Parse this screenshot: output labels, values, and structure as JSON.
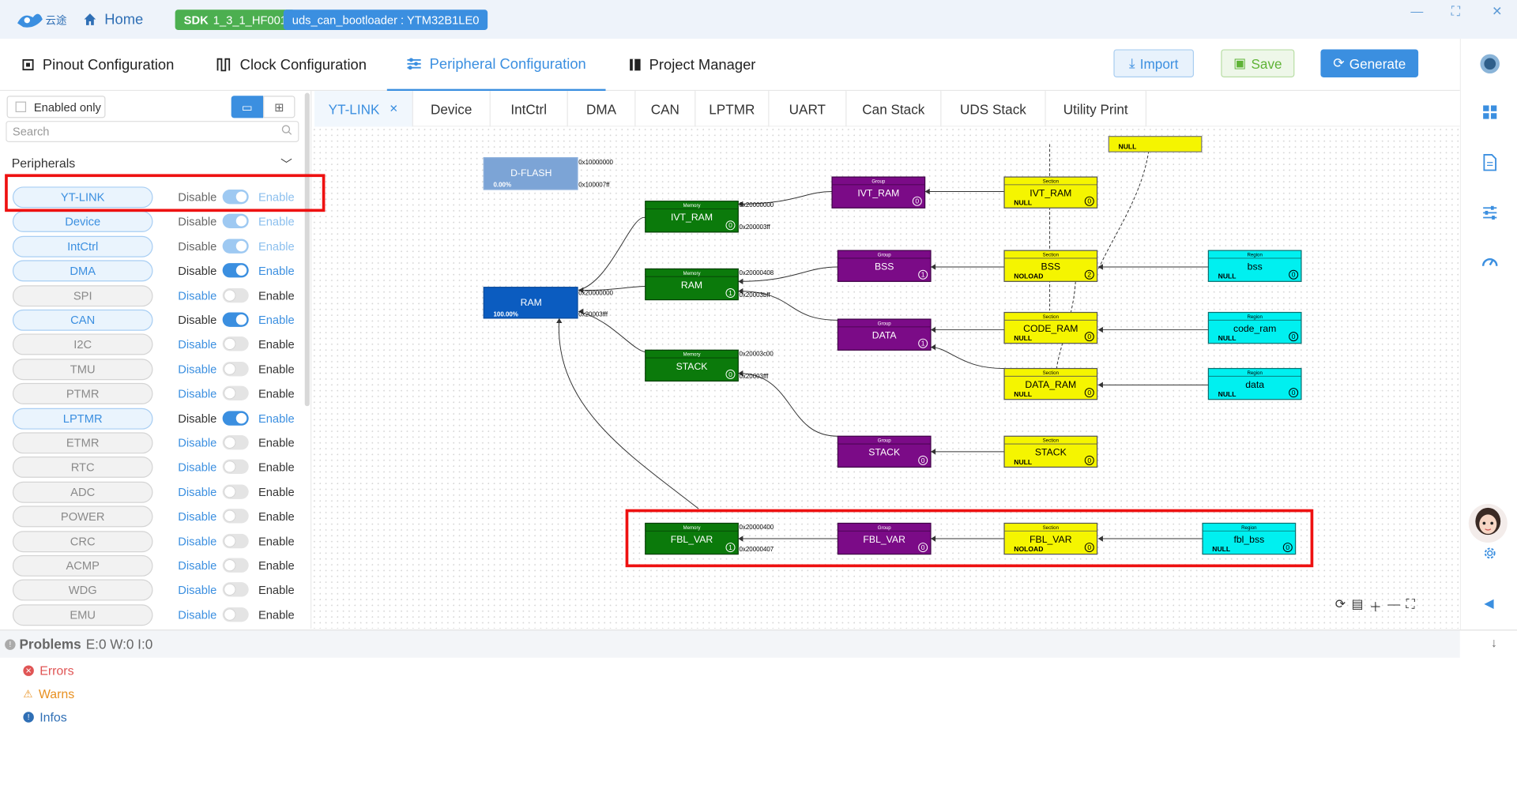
{
  "titlebar": {
    "app_name": "云途",
    "home": "Home",
    "sdk_prefix": "SDK",
    "sdk_version": "1_3_1_HF001",
    "project": "uds_can_bootloader : YTM32B1LE0"
  },
  "menu": {
    "tabs": [
      {
        "label": "Pinout Configuration"
      },
      {
        "label": "Clock Configuration"
      },
      {
        "label": "Peripheral Configuration"
      },
      {
        "label": "Project Manager"
      }
    ],
    "import": "Import",
    "save": "Save",
    "generate": "Generate"
  },
  "left": {
    "enabled_only": "Enabled only",
    "search_placeholder": "Search",
    "peripherals_header": "Peripherals",
    "disable": "Disable",
    "enable": "Enable",
    "items": [
      {
        "name": "YT-LINK",
        "state": "dim"
      },
      {
        "name": "Device",
        "state": "dim"
      },
      {
        "name": "IntCtrl",
        "state": "dim"
      },
      {
        "name": "DMA",
        "state": "on"
      },
      {
        "name": "SPI",
        "state": "off"
      },
      {
        "name": "CAN",
        "state": "on"
      },
      {
        "name": "I2C",
        "state": "off"
      },
      {
        "name": "TMU",
        "state": "off"
      },
      {
        "name": "PTMR",
        "state": "off"
      },
      {
        "name": "LPTMR",
        "state": "on"
      },
      {
        "name": "ETMR",
        "state": "off"
      },
      {
        "name": "RTC",
        "state": "off"
      },
      {
        "name": "ADC",
        "state": "off"
      },
      {
        "name": "POWER",
        "state": "off"
      },
      {
        "name": "CRC",
        "state": "off"
      },
      {
        "name": "ACMP",
        "state": "off"
      },
      {
        "name": "WDG",
        "state": "off"
      },
      {
        "name": "EMU",
        "state": "off"
      }
    ]
  },
  "ptabs": [
    "YT-LINK",
    "Device",
    "IntCtrl",
    "DMA",
    "CAN",
    "LPTMR",
    "UART",
    "Can Stack",
    "UDS Stack",
    "Utility Print"
  ],
  "diagram": {
    "labels": {
      "memory": "Memory",
      "group": "Group",
      "section": "Section",
      "region": "Region",
      "null": "NULL",
      "noload": "NOLOAD"
    },
    "dflash": {
      "name": "D-FLASH",
      "pct": "0.00%",
      "start": "0x10000000",
      "end": "0x100007ff"
    },
    "ram": {
      "name": "RAM",
      "pct": "100.00%",
      "start": "0x20000000",
      "end": "0x20003fff"
    },
    "memories": [
      {
        "name": "IVT_RAM",
        "start": "0x20000000",
        "end": "0x200003ff",
        "n": "0"
      },
      {
        "name": "RAM",
        "start": "0x20000408",
        "end": "0x20003bff",
        "n": "1"
      },
      {
        "name": "STACK",
        "start": "0x20003c00",
        "end": "0x20003fff",
        "n": "0"
      },
      {
        "name": "FBL_VAR",
        "start": "0x20000400",
        "end": "0x20000407",
        "n": "1"
      }
    ],
    "groups": [
      {
        "name": "IVT_RAM",
        "n": "0"
      },
      {
        "name": "BSS",
        "n": "1"
      },
      {
        "name": "DATA",
        "n": "1"
      },
      {
        "name": "STACK",
        "n": "0"
      },
      {
        "name": "FBL_VAR",
        "n": "0"
      }
    ],
    "sections": [
      {
        "name": "IVT_RAM",
        "n": "0",
        "foot": "NULL"
      },
      {
        "name": "BSS",
        "n": "2",
        "foot": "NOLOAD"
      },
      {
        "name": "CODE_RAM",
        "n": "0",
        "foot": "NULL"
      },
      {
        "name": "DATA_RAM",
        "n": "0",
        "foot": "NULL"
      },
      {
        "name": "STACK",
        "n": "0",
        "foot": "NULL"
      },
      {
        "name": "FBL_VAR",
        "n": "0",
        "foot": "NOLOAD"
      }
    ],
    "regions": [
      {
        "name": "bss",
        "n": "0"
      },
      {
        "name": "code_ram",
        "n": "0"
      },
      {
        "name": "data",
        "n": "0"
      },
      {
        "name": "fbl_bss",
        "n": "0"
      }
    ],
    "top_null": "NULL"
  },
  "problems": {
    "title": "Problems",
    "counts": "E:0 W:0 I:0",
    "errors": "Errors",
    "warns": "Warns",
    "infos": "Infos"
  },
  "colors": {
    "accent": "#3b8fe0",
    "memory": "#0b7a0b",
    "group": "#7b0b87",
    "section": "#f5f500",
    "region": "#00f0f0",
    "ram": "#0b5cc0",
    "highlight": "#e11111"
  }
}
